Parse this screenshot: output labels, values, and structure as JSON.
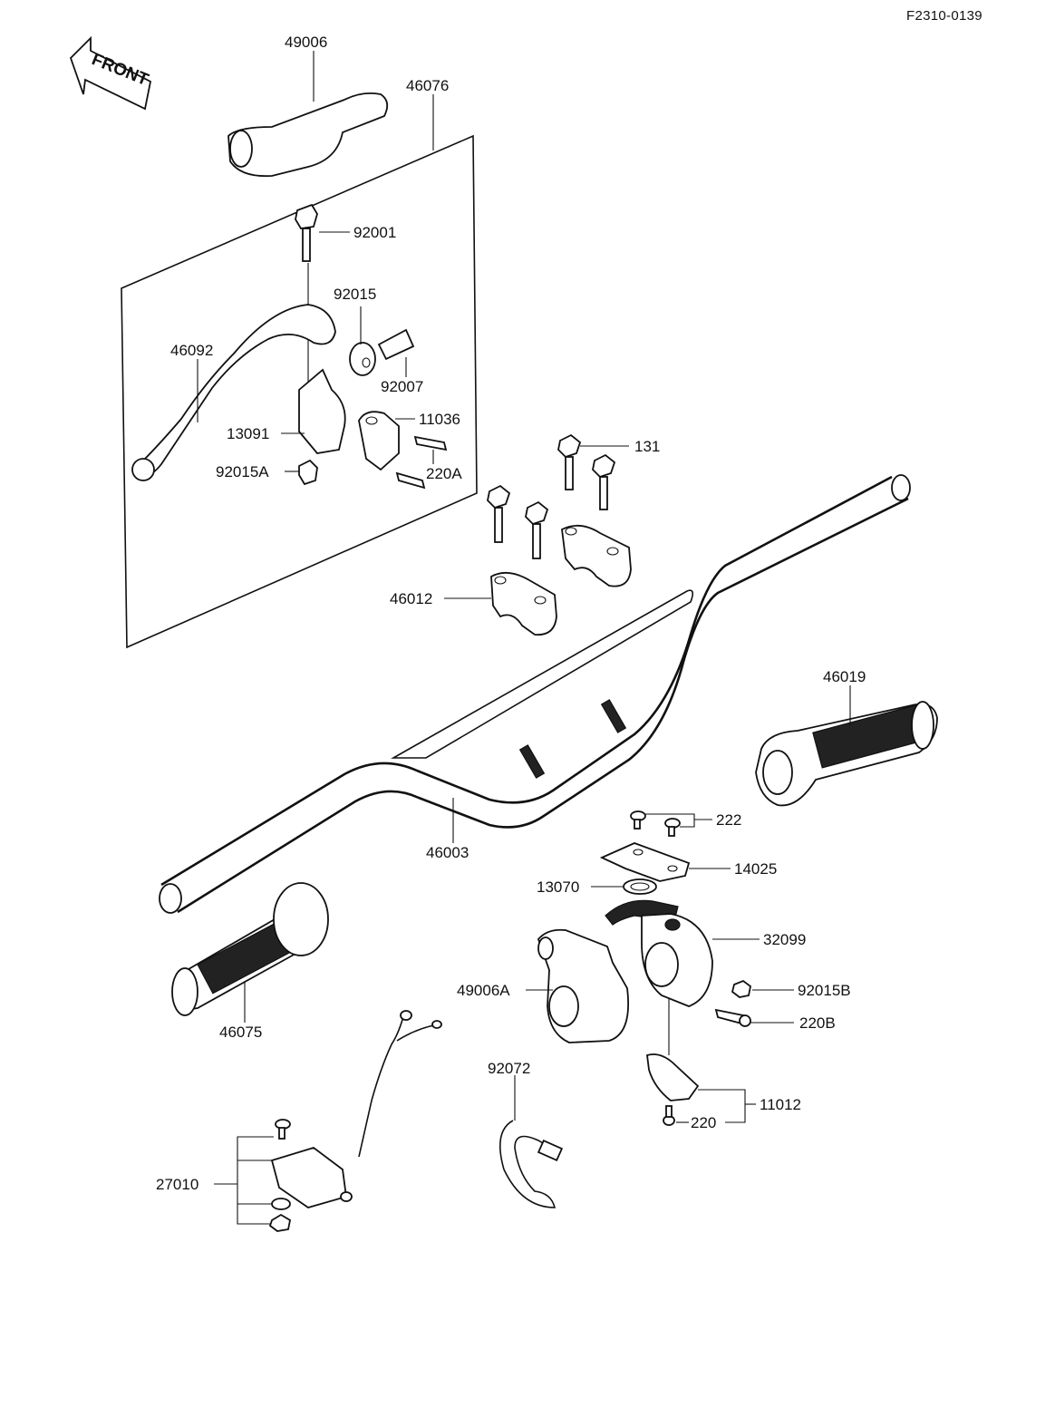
{
  "diagram_code": "F2310-0139",
  "front_label": "FRONT",
  "parts": {
    "p49006": "49006",
    "p46076": "46076",
    "p92001": "92001",
    "p92015": "92015",
    "p46092": "46092",
    "p92007": "92007",
    "p11036": "11036",
    "p13091": "13091",
    "p92015A": "92015A",
    "p220A": "220A",
    "p131": "131",
    "p46012": "46012",
    "p46019": "46019",
    "p46003": "46003",
    "p222": "222",
    "p14025": "14025",
    "p13070": "13070",
    "p32099": "32099",
    "p49006A": "49006A",
    "p92015B": "92015B",
    "p220B": "220B",
    "p46075": "46075",
    "p92072": "92072",
    "p11012": "11012",
    "p220": "220",
    "p27010": "27010"
  }
}
